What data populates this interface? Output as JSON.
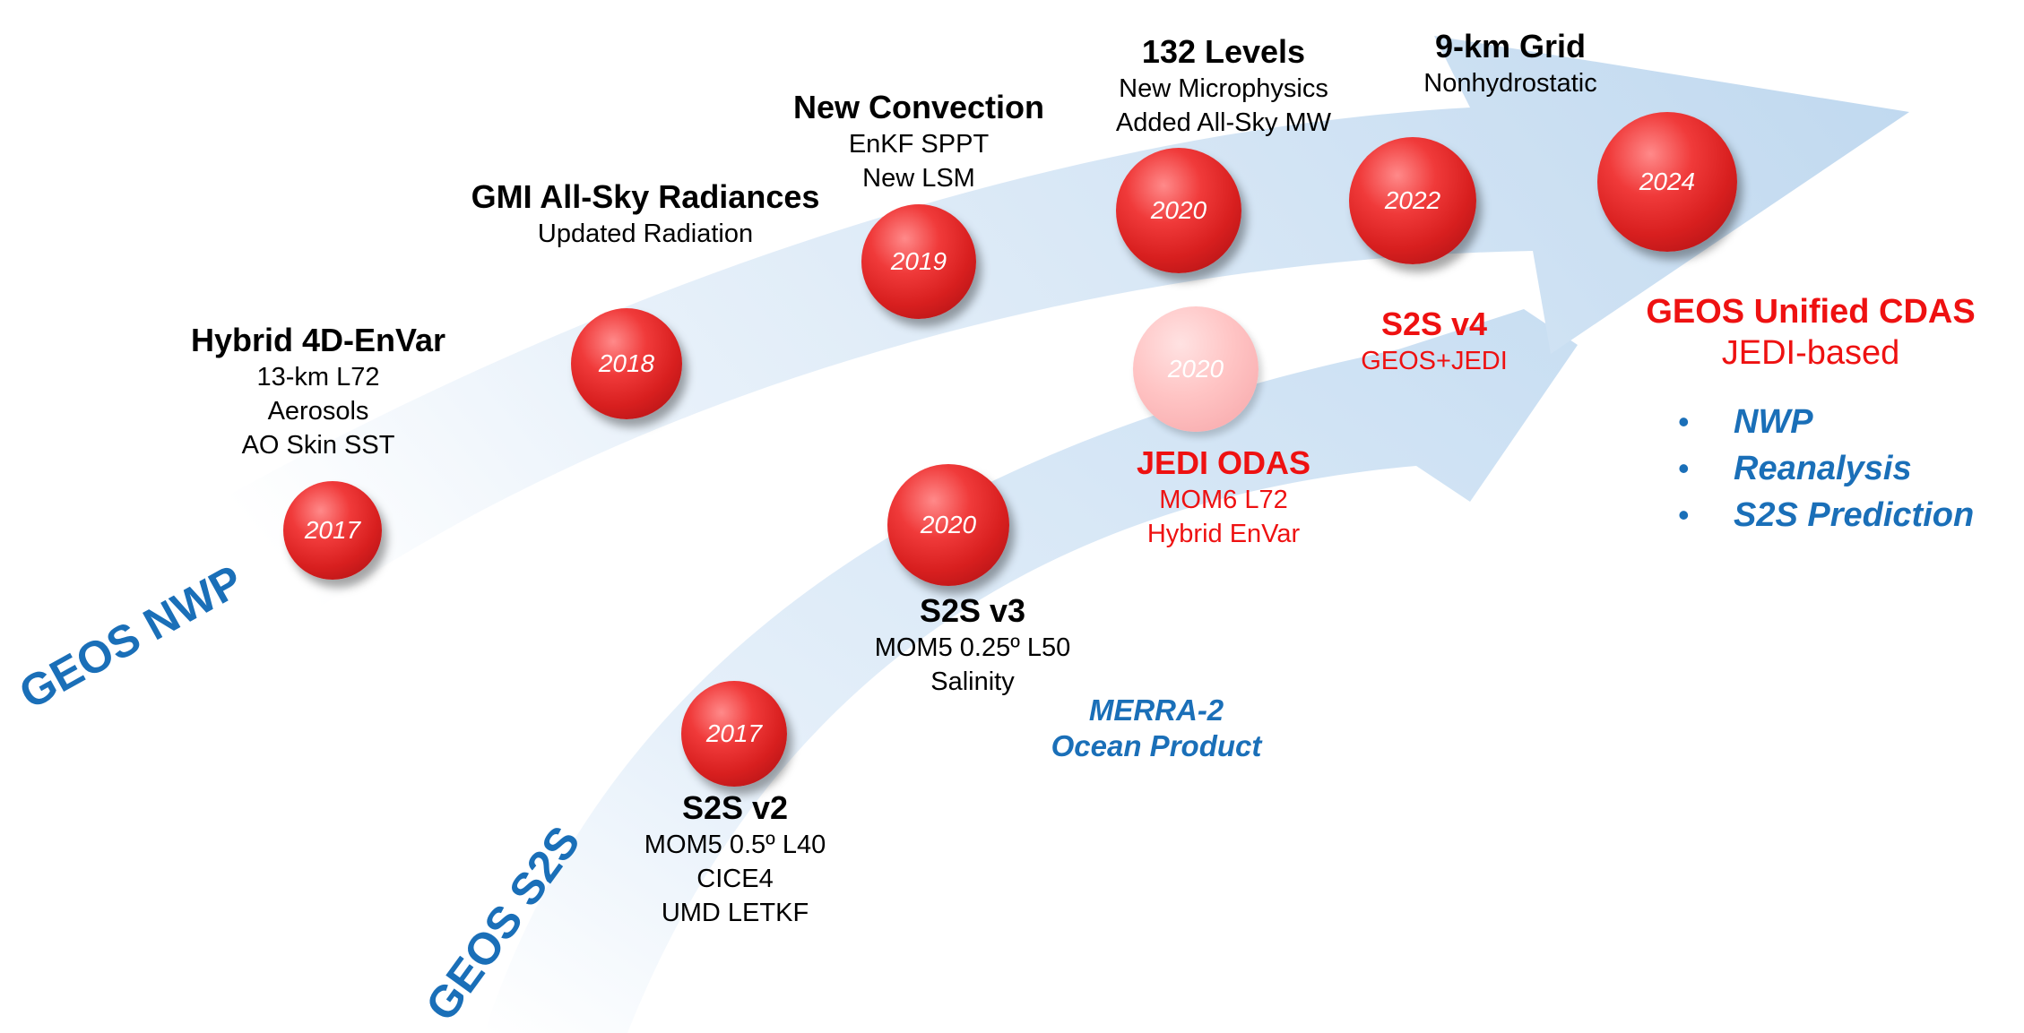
{
  "tracks": {
    "nwp": {
      "title": "GEOS NWP"
    },
    "s2s": {
      "title": "GEOS S2S"
    }
  },
  "nwp_milestones": [
    {
      "year": "2017",
      "heading": "Hybrid 4D-EnVar",
      "lines": [
        "13-km L72",
        "Aerosols",
        "AO Skin SST"
      ]
    },
    {
      "year": "2018",
      "heading": "GMI All-Sky Radiances",
      "lines": [
        "Updated Radiation"
      ]
    },
    {
      "year": "2019",
      "heading": "New Convection",
      "lines": [
        "EnKF SPPT",
        "New LSM"
      ]
    },
    {
      "year": "2020",
      "heading": "132 Levels",
      "lines": [
        "New Microphysics",
        "Added All-Sky MW"
      ]
    },
    {
      "year": "2022",
      "heading": "9-km Grid",
      "lines": [
        "Nonhydrostatic"
      ]
    },
    {
      "year": "2024"
    }
  ],
  "s2s_milestones": [
    {
      "year": "2017",
      "heading": "S2S v2",
      "lines": [
        "MOM5 0.5º L40",
        "CICE4",
        "UMD LETKF"
      ]
    },
    {
      "year": "2020",
      "heading": "S2S v3",
      "lines": [
        "MOM5 0.25º L50",
        "Salinity"
      ]
    },
    {
      "year": "2020",
      "heading": "JEDI ODAS",
      "lines": [
        "MOM6 L72",
        "Hybrid EnVar"
      ]
    },
    {
      "year": "2022",
      "heading": "S2S v4",
      "lines": [
        "GEOS+JEDI"
      ]
    }
  ],
  "merra": [
    "MERRA-2",
    "Ocean Product"
  ],
  "unified": {
    "heading": "GEOS Unified CDAS",
    "subheading": "JEDI-based",
    "bullet_glyph": "•",
    "bullets": [
      "NWP",
      "Reanalysis",
      "S2S Prediction"
    ]
  },
  "colors": {
    "accent_red": "#ee1111",
    "accent_blue": "#1a6fb8",
    "arrow_fill": "#d4e5f4"
  }
}
